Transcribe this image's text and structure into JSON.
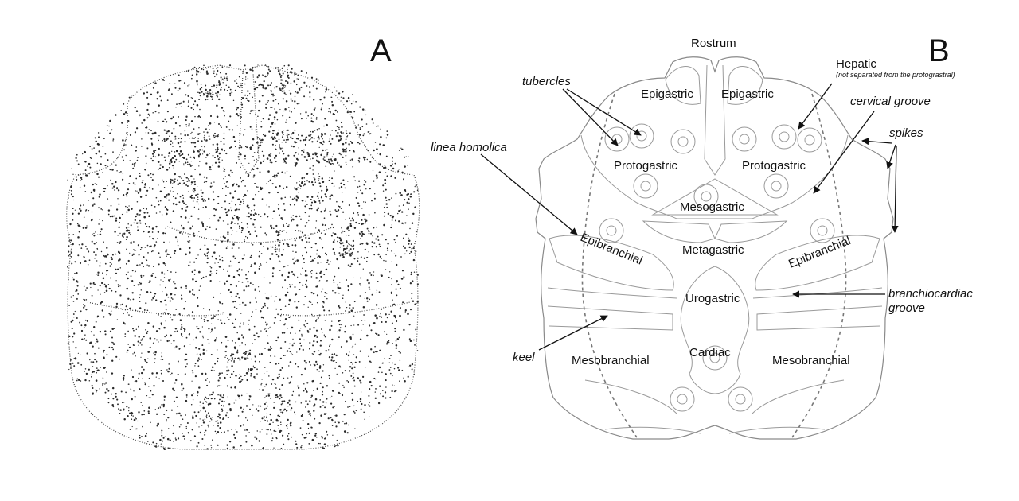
{
  "panels": {
    "a": "A",
    "b": "B"
  },
  "regions": {
    "rostrum": "Rostrum",
    "epigastric_left": "Epigastric",
    "epigastric_right": "Epigastric",
    "protogastric_left": "Protogastric",
    "protogastric_right": "Protogastric",
    "mesogastric": "Mesogastric",
    "metagastric": "Metagastric",
    "epibranchial_left": "Epibranchial",
    "epibranchial_right": "Epibranchial",
    "urogastric": "Urogastric",
    "cardiac": "Cardiac",
    "mesobranchial_left": "Mesobranchial",
    "mesobranchial_right": "Mesobranchial",
    "hepatic": "Hepatic",
    "hepatic_note": "(not separated from the protograstral)"
  },
  "terms": {
    "tubercles": "tubercles",
    "linea_homolica": "linea homolica",
    "cervical_groove": "cervical groove",
    "spikes": "spikes",
    "branchiocardiac_line1": "branchiocardiac",
    "branchiocardiac_line2": "groove",
    "keel": "keel"
  },
  "colors": {
    "ink": "#111111",
    "outline": "#8a8a8a",
    "stipple": "#2a2a2a"
  }
}
